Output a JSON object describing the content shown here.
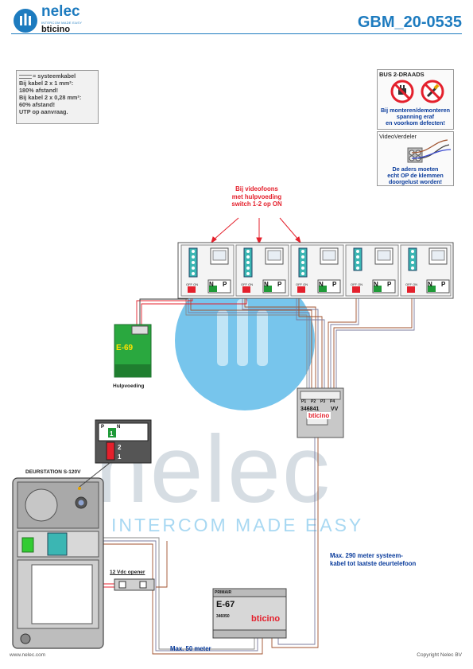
{
  "header": {
    "brand_name": "nelec",
    "brand_tagline": "INTERCOM MADE EASY",
    "brand_sub": "bticino",
    "document_id": "GBM_20-0535"
  },
  "cable_note": {
    "legend": "= systeemkabel",
    "lines": [
      "Bij kabel 2 x 1 mm²:",
      "180% afstand!",
      "Bij kabel 2 x 0,28 mm²:",
      "60% afstand!",
      "UTP op aanvraag."
    ]
  },
  "bus_box": {
    "title": "BUS 2-DRAADS",
    "warning": [
      "Bij monteren/demonteren",
      "spanning eraf",
      "en voorkom defecten!"
    ]
  },
  "vv_box": {
    "title": "VideoVerdeler",
    "warning": [
      "De aders moeten",
      "echt OP de klemmen",
      "doorgelust worden!"
    ]
  },
  "videophone_note": [
    "Bij videofoons",
    "met hulpvoeding",
    "switch 1-2 op ON"
  ],
  "labels": {
    "power_supply_model": "E-69",
    "power_supply_caption": "Hulpvoeding",
    "distributor_model": "346841",
    "distributor_suffix": "VV",
    "distributor_brand": "bticino",
    "door_station": "DEURSTATION S-120V",
    "opener": "12 Vdc opener",
    "supply_model": "E-67",
    "supply_code": "346050",
    "supply_brand": "bticino",
    "supply_top": "PRIMAIR",
    "max_system": [
      "Max. 290 meter systeem-",
      "kabel tot laatste deurtelefoon"
    ],
    "max_50": "Max. 50 meter",
    "switch_on": "1",
    "switch_n": "N",
    "switch_p": "P",
    "off_on": "OFF ON",
    "inset_on": "1",
    "inset_two": "2"
  },
  "ports": [
    "P1",
    "P2",
    "P3",
    "P4"
  ],
  "footer": {
    "website": "www.nelec.com",
    "copyright": "Copyright Nelec BV"
  },
  "watermark": {
    "big": "nelec",
    "small": "INTERCOM MADE EASY"
  },
  "colors": {
    "brand_blue": "#1d7bbf",
    "warning_red": "#e4202c",
    "note_blue": "#0a3c9c",
    "terminal_green": "#1f9a38",
    "terminal_teal": "#3bb6b3"
  }
}
